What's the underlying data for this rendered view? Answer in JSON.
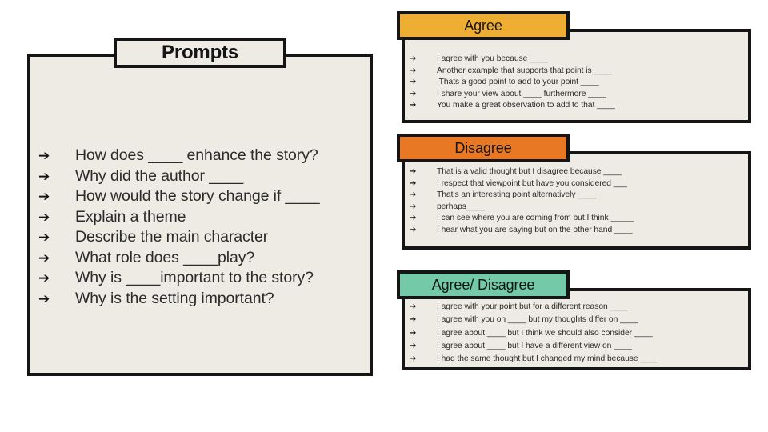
{
  "colors": {
    "panel_bg": "#EDEBE3",
    "outline": "#151515",
    "agree_header": "#EEAE33",
    "disagree_header": "#E97825",
    "agree_disagree_header": "#74C9A8",
    "slide_bg": "#FFFFFF",
    "text": "#2B2B2B"
  },
  "icons": {
    "bullet_arrow": "➔"
  },
  "prompts": {
    "title": "Prompts",
    "items": [
      "How does ____ enhance the story?",
      "Why did the author ____",
      "How would the story change if ____",
      "Explain a theme",
      "Describe the main character",
      "What role does ____play?",
      "Why is ____important to the story?",
      "Why is the setting important?"
    ]
  },
  "sections": [
    {
      "id": "agree",
      "title": "Agree",
      "items": [
        "I agree with you because ____",
        "Another example that supports that point is ____",
        " Thats a good point to add to your point ____",
        "I share your view about ____ furthermore ____",
        "You make a great observation to add to that ____"
      ]
    },
    {
      "id": "disagree",
      "title": "Disagree",
      "items": [
        "That is a valid thought but I disagree because ____",
        "I respect that viewpoint but have you considered ___",
        "That’s an interesting point alternatively ____",
        "perhaps____",
        "I can see where you are coming from but I think _____",
        "I hear what you are saying but on the other hand ____"
      ]
    },
    {
      "id": "agree-disagree",
      "title": "Agree/ Disagree",
      "items": [
        "I agree with your point but for a different reason ____",
        "I agree with you on ____ but my thoughts differ on ____",
        "I agree about ____ but I think we should also consider ____",
        "I agree about ____ but I have a different view on ____",
        "I had the same thought but I changed my mind because ____"
      ]
    }
  ]
}
